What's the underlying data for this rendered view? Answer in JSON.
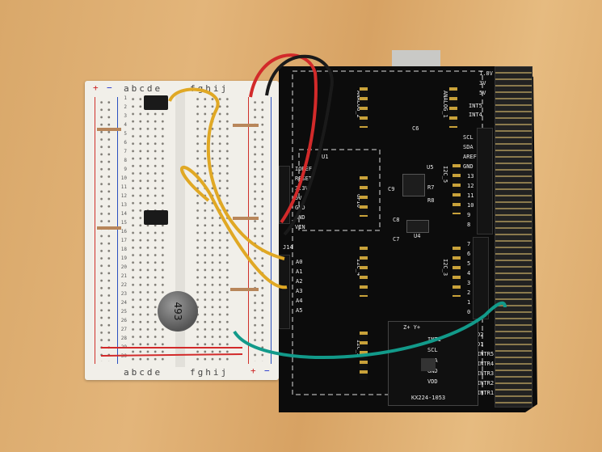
{
  "breadboard": {
    "column_labels_left": "abcde",
    "column_labels_right": "fghij",
    "rail_plus": "+",
    "rail_minus": "−",
    "row_numbers": [
      "1",
      "2",
      "3",
      "4",
      "5",
      "6",
      "7",
      "8",
      "9",
      "10",
      "11",
      "12",
      "13",
      "14",
      "15",
      "16",
      "17",
      "18",
      "19",
      "20",
      "21",
      "22",
      "23",
      "24",
      "25",
      "26",
      "27",
      "28",
      "29",
      "30"
    ]
  },
  "motor": {
    "label": "493"
  },
  "pcb": {
    "power_labels": [
      "1.8V",
      "3V",
      "5V"
    ],
    "int_labels": [
      "INT5",
      "INT4"
    ],
    "i2c_bus_labels": [
      "SCL",
      "SDA",
      "AREF",
      "GND"
    ],
    "digital_pins_high": [
      "13",
      "12",
      "11",
      "10",
      "9",
      "8"
    ],
    "digital_pins_low": [
      "7",
      "6",
      "5",
      "4",
      "3",
      "2",
      "1",
      "0"
    ],
    "left_pins": [
      "IOREF",
      "RESET",
      "3.3V",
      "5V",
      "GND",
      "GND",
      "VIN"
    ],
    "analog_pins": [
      "A0",
      "A1",
      "A2",
      "A3",
      "A4",
      "A5"
    ],
    "connectors": [
      "ANALOG_2",
      "ANALOG_1",
      "GPIO",
      "I2C_5",
      "I2C_4",
      "I2C_3",
      "I2C_2"
    ],
    "components": [
      "U1",
      "U4",
      "U5",
      "C6",
      "C8",
      "C7",
      "C9",
      "R7",
      "R8",
      "J14"
    ],
    "right_bottom_labels": [
      "D2",
      "D1",
      "INTR5",
      "INTR4",
      "INTR3",
      "INTR2",
      "INTR1"
    ],
    "sensor_board": {
      "name": "KX224-1053",
      "pins": [
        "INT1",
        "SCL",
        "SDA",
        "GND",
        "VDD"
      ],
      "axis": "Z+  Y+"
    }
  },
  "colors": {
    "wood": "#dcaa6c",
    "pcb": "#0c0c0c",
    "wire_red": "#d22a2a",
    "wire_black": "#1a1a1a",
    "wire_yellow": "#e0a824",
    "wire_green": "#129a8a"
  }
}
